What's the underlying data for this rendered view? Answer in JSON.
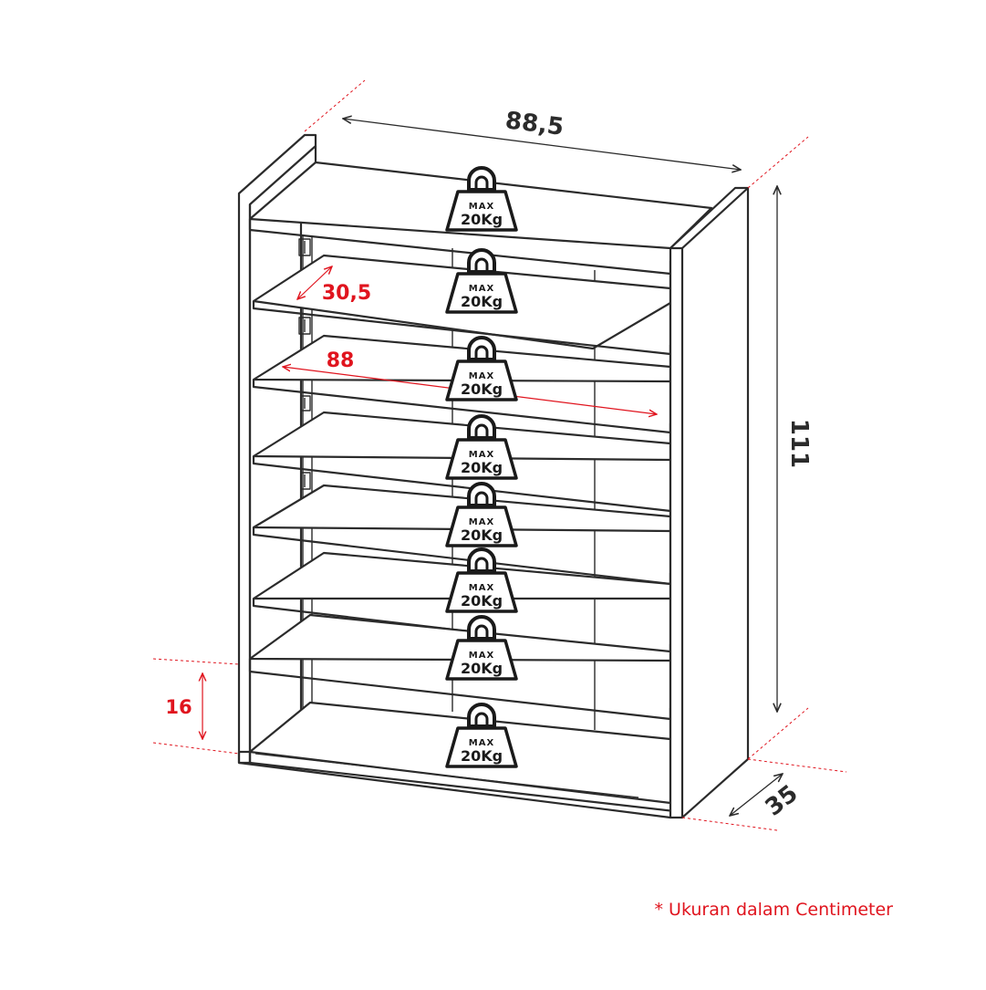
{
  "dimensions": {
    "width": "88,5",
    "height": "111",
    "depth": "35",
    "inner_depth": "30,5",
    "inner_width": "88",
    "bottom_gap": "16"
  },
  "weight_badge": {
    "top_label": "MAX",
    "bottom_label": "20Kg",
    "count": 8
  },
  "footnote": "* Ukuran dalam Centimeter",
  "colors": {
    "line": "#2b2b2b",
    "accent_red": "#e0141e",
    "panel_fill": "#ffffff"
  }
}
